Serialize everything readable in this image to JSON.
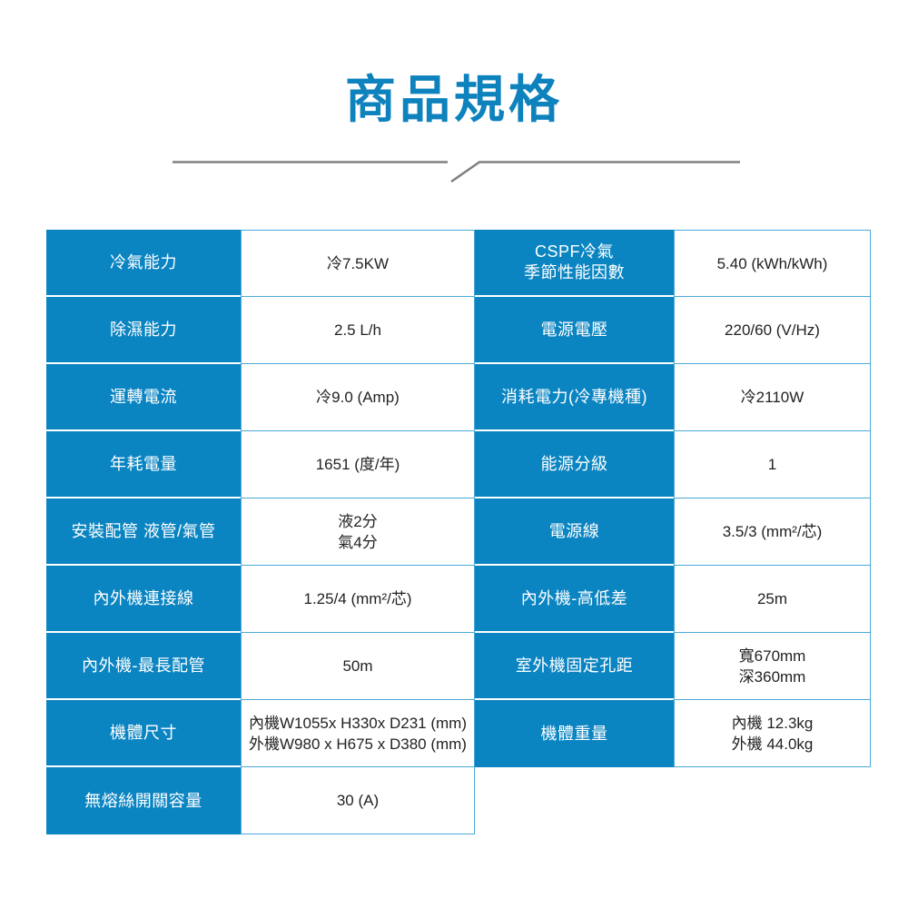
{
  "page": {
    "title": "商品規格",
    "accent_color": "#0b85c2",
    "title_color": "#0d82bd",
    "divider_color": "#808080",
    "border_color": "#4aa9d8",
    "background": "#ffffff"
  },
  "spec_table": {
    "rows": [
      {
        "label_1": "冷氣能力",
        "value_1": [
          "冷7.5KW"
        ],
        "label_2": [
          "CSPF冷氣",
          "季節性能因數"
        ],
        "value_2": [
          "5.40 (kWh/kWh)"
        ]
      },
      {
        "label_1": "除濕能力",
        "value_1": [
          "2.5 L/h"
        ],
        "label_2": [
          "電源電壓"
        ],
        "value_2": [
          "220/60 (V/Hz)"
        ]
      },
      {
        "label_1": "運轉電流",
        "value_1": [
          "冷9.0 (Amp)"
        ],
        "label_2": [
          "消耗電力(冷專機種)"
        ],
        "value_2": [
          "冷2110W"
        ]
      },
      {
        "label_1": "年耗電量",
        "value_1": [
          "1651 (度/年)"
        ],
        "label_2": [
          "能源分級"
        ],
        "value_2": [
          "1"
        ]
      },
      {
        "label_1": "安裝配管 液管/氣管",
        "value_1": [
          "液2分",
          "氣4分"
        ],
        "label_2": [
          "電源線"
        ],
        "value_2": [
          "3.5/3 (mm²/芯)"
        ]
      },
      {
        "label_1": "內外機連接線",
        "value_1": [
          "1.25/4 (mm²/芯)"
        ],
        "label_2": [
          "內外機-高低差"
        ],
        "value_2": [
          "25m"
        ]
      },
      {
        "label_1": "內外機-最長配管",
        "value_1": [
          "50m"
        ],
        "label_2": [
          "室外機固定孔距"
        ],
        "value_2": [
          "寬670mm",
          "深360mm"
        ]
      },
      {
        "label_1": "機體尺寸",
        "value_1": [
          "內機W1055x H330x D231 (mm)",
          "外機W980 x H675 x D380 (mm)"
        ],
        "label_2": [
          "機體重量"
        ],
        "value_2": [
          "內機 12.3kg",
          "外機 44.0kg"
        ]
      },
      {
        "label_1": "無熔絲開關容量",
        "value_1": [
          "30 (A)"
        ],
        "label_2": [],
        "value_2": []
      }
    ]
  }
}
